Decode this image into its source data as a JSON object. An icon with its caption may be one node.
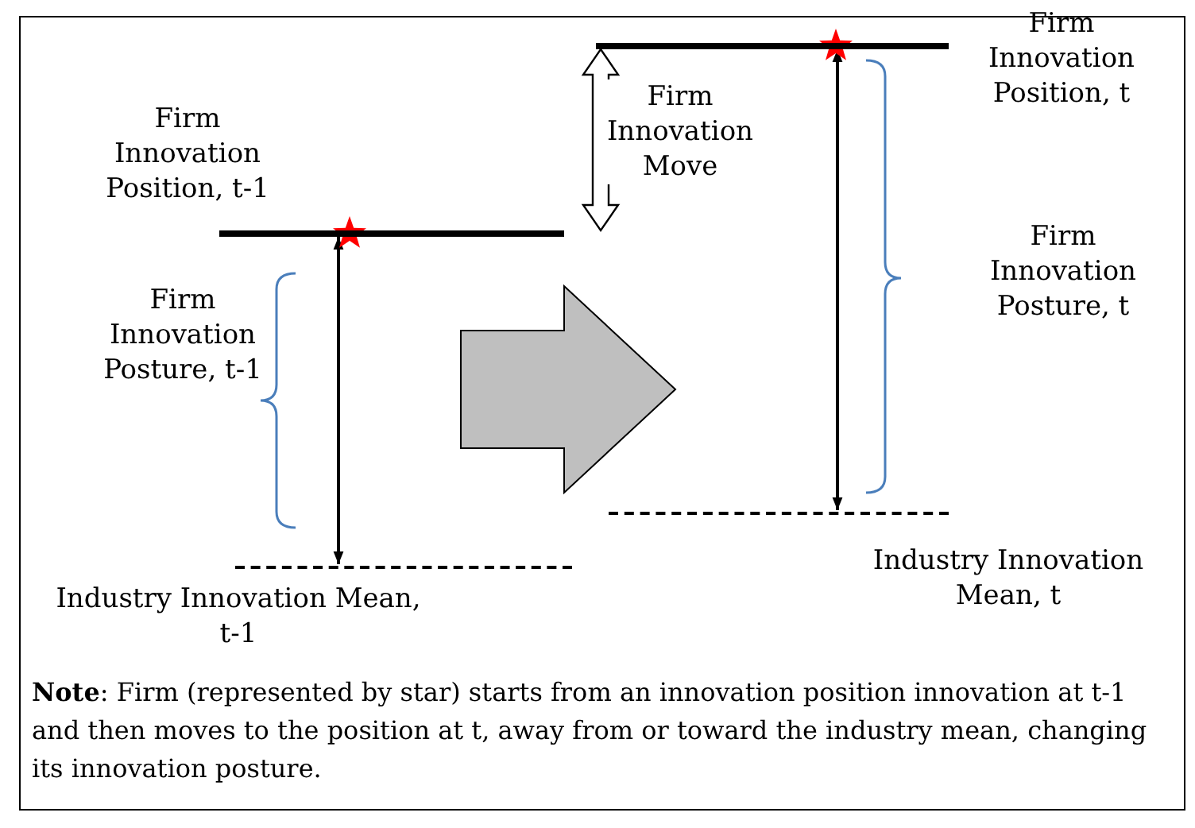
{
  "diagram": {
    "caption": "**Note**: Firm (represented by star) starts from an innovation position innovation at t-1 and then moves to the position at t, away from or toward the industry mean, changing its innovation posture.",
    "nodes": [
      {
        "text": [],
        "shape": "bar",
        "beside": [
          "Firm Innovation Position, t-1"
        ]
      },
      {
        "text": [],
        "shape": "bar",
        "beside": [
          "Industry Innovation Mean, t-1"
        ]
      },
      {
        "text": [],
        "shape": "bar",
        "beside": [
          "Firm Innovation Position, t"
        ]
      },
      {
        "text": [],
        "shape": "bar",
        "beside": [
          "Industry Innovation Mean, t"
        ]
      }
    ],
    "edges": [
      {
        "from": 2,
        "to": 0,
        "arrow": "both",
        "style": "thick",
        "label": "Firm Innovation Move"
      },
      {
        "from": 0,
        "to": 1,
        "arrow": "both"
      },
      {
        "from": 2,
        "to": 3,
        "arrow": "both"
      }
    ],
    "labels": [
      "Firm Innovation Posture, t-1",
      "Firm Innovation Posture, t"
    ]
  }
}
